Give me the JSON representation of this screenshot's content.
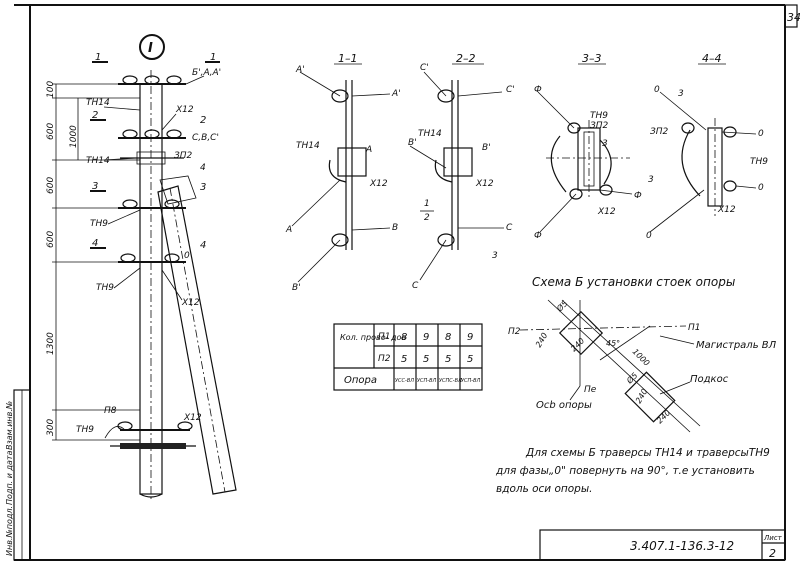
{
  "sheet_number_top": "34",
  "circle_marker": "I",
  "side_strip": {
    "labels": [
      "Инв.№подл.",
      "Подп. и дата",
      "Взам.инв.№"
    ]
  },
  "main_view": {
    "section_marks": {
      "s1_left": "1",
      "s1_right": "1",
      "s2_left": "2",
      "s2_right": "2",
      "s3_left": "3",
      "s3_right": "3",
      "s4_left": "4",
      "s4_right": "4"
    },
    "phase_labels_top": "Б',А,А'",
    "phase_labels_mid": "С,В,С'",
    "zero_label": "0",
    "labels": {
      "th14_a": "ТН14",
      "th14_b": "ТН14",
      "x12_a": "Х12",
      "x12_b": "Х12",
      "x12_c": "Х12",
      "zp2": "ЗП2",
      "th9_a": "ТН9",
      "th9_b": "ТН9",
      "th9_c": "ТН9",
      "p8": "П8",
      "num4": "4"
    },
    "dims": [
      "100",
      "600",
      "1000",
      "600",
      "600",
      "1300",
      "300"
    ]
  },
  "sections": [
    {
      "title": "1–1",
      "labels": [
        "А'",
        "А'",
        "ТН14",
        "А",
        "А",
        "В",
        "В'",
        "Х12"
      ]
    },
    {
      "title": "2–2",
      "labels": [
        "С'",
        "С'",
        "ТН14",
        "В'",
        "В'",
        "С",
        "С",
        "Х12",
        "1",
        "2",
        "3"
      ]
    },
    {
      "title": "3–3",
      "labels": [
        "Ф",
        "ТН9",
        "ЗП2",
        "3",
        "Ф",
        "Ф",
        "Х12"
      ]
    },
    {
      "title": "4–4",
      "labels": [
        "0",
        "3",
        "ЗП2",
        "0",
        "3",
        "ТН9",
        "0",
        "Х12"
      ]
    }
  ],
  "table": {
    "row1_head": "Кол. прово- дов",
    "n1": "П1",
    "n2": "П2",
    "row_n1": [
      "8",
      "9",
      "8",
      "9"
    ],
    "row_n2": [
      "5",
      "5",
      "5",
      "5"
    ],
    "opora_label": "Опора",
    "opora_values": [
      "УСС-ВЛ",
      "УСП-ВЛ",
      "УСПС-ВЛ",
      "УСП-ВЛ"
    ]
  },
  "scheme": {
    "title": "Схема Б установки стоек опоры",
    "n1": "П1",
    "n2": "П2",
    "pe": "Пе",
    "d1": "Ø5",
    "d2": "240",
    "d3": "240",
    "angle": "45°",
    "d4": "1000",
    "d5": "Ø5",
    "d6": "240",
    "d7": "240",
    "magistral": "Магистраль ВЛ",
    "podkos": "Подкос",
    "os_opory": "Осb опоры"
  },
  "note": {
    "line1": "Для схемы Б траверсы ТН14 и траверсыТН9",
    "line2": "для фазы„0\" повернуть на 90°, т.е установить",
    "line3": "вдоль оси опоры."
  },
  "stamp": {
    "code": "3.407.1-136.3-12",
    "sheet_label": "Лист",
    "sheet": "2"
  }
}
